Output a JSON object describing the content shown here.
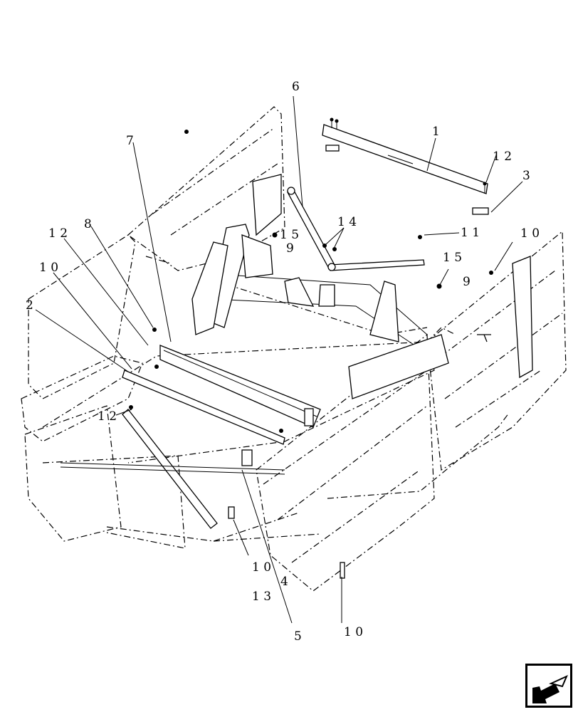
{
  "diagram": {
    "callouts": {
      "c1": "1",
      "c2": "2",
      "c3": "3",
      "c5": "5",
      "c6": "6",
      "c7": "7",
      "c8": "8",
      "c9a": "9",
      "c9b": "9",
      "c10a": "1 0",
      "c10b": "1 0",
      "c10c": "1 0",
      "c10d": "1 0",
      "c11": "1 1",
      "c12a": "1 2",
      "c12b": "1 2",
      "c12c": "1 2",
      "c13": "1 3",
      "c14a": "1 4",
      "c14b": "4",
      "c15a": "1 5",
      "c15b": "1 5"
    }
  },
  "nav_icon": "previous-page-arrow-icon"
}
